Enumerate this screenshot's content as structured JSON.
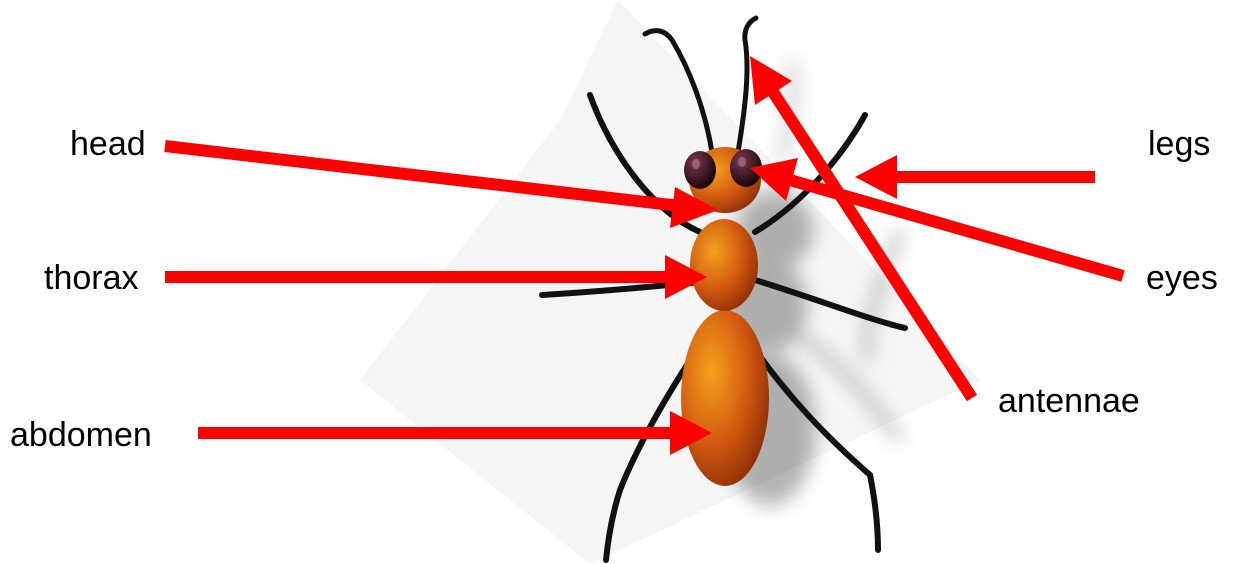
{
  "diagram": {
    "labels": {
      "head": "head",
      "thorax": "thorax",
      "abdomen": "abdomen",
      "legs": "legs",
      "eyes": "eyes",
      "antennae": "antennae"
    },
    "colors": {
      "arrow": "#ff0000",
      "body_light": "#f08a1a",
      "body_dark": "#8a2a06",
      "legs": "#111111",
      "eyes": "#3a1520",
      "backdrop": "#f4f4f4",
      "shadow": "#8c8c8c"
    }
  }
}
